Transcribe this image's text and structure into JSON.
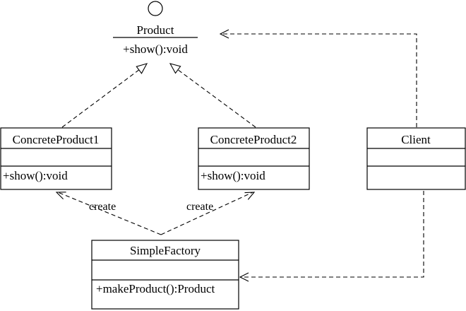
{
  "interface": {
    "name": "Product",
    "operation": "+show():void"
  },
  "classes": {
    "concrete_product_1": {
      "name": "ConcreteProduct1",
      "operation": "+show():void"
    },
    "concrete_product_2": {
      "name": "ConcreteProduct2",
      "operation": "+show():void"
    },
    "client": {
      "name": "Client"
    },
    "simple_factory": {
      "name": "SimpleFactory",
      "operation": "+makeProduct():Product"
    }
  },
  "relations": {
    "create_label_left": "create",
    "create_label_right": "create"
  },
  "colors": {
    "line": "#000000",
    "background": "#ffffff"
  }
}
